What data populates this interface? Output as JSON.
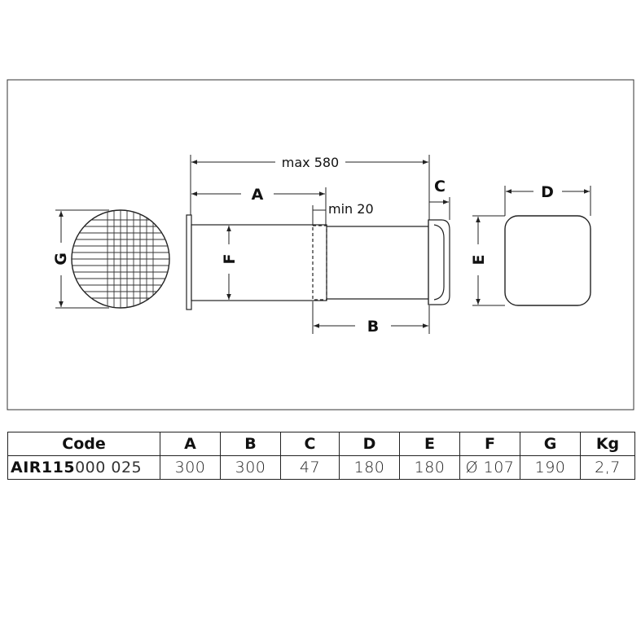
{
  "diagram": {
    "dims": {
      "max_overall": "max 580",
      "a": "A",
      "min": "min 20",
      "b": "B",
      "c": "C",
      "d": "D",
      "e": "E",
      "f": "F",
      "g": "G"
    }
  },
  "table": {
    "headers": [
      "Code",
      "A",
      "B",
      "C",
      "D",
      "E",
      "F",
      "G",
      "Kg"
    ],
    "row": {
      "code_bold": "AIR115",
      "code_rest": "000 025",
      "values": [
        "300",
        "300",
        "47",
        "180",
        "180",
        "Ø 107",
        "190",
        "2,7"
      ]
    }
  }
}
